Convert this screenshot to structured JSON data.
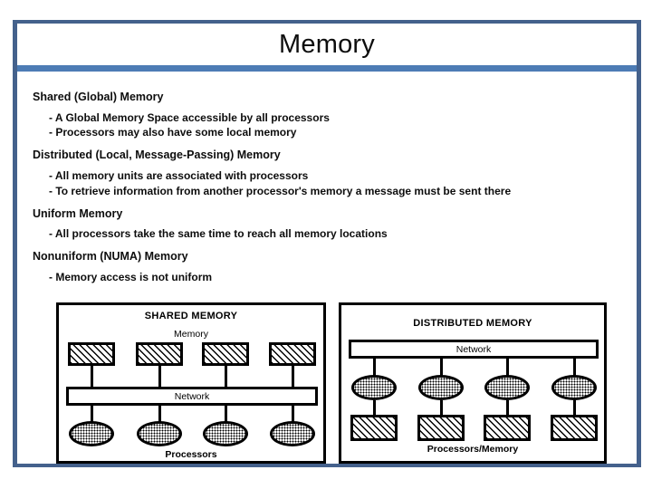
{
  "slide": {
    "title": "Memory",
    "accent_color": "#4d7cb5",
    "frame_color": "#44618c",
    "background": "#ffffff",
    "text_color": "#0d0d0d"
  },
  "content": {
    "sections": [
      {
        "heading": "Shared (Global) Memory",
        "bullets": [
          "- A Global Memory Space accessible by all processors",
          "- Processors may also have some local memory"
        ]
      },
      {
        "heading": "Distributed (Local, Message-Passing) Memory",
        "bullets": [
          "- All memory units are associated with processors",
          "- To retrieve information from another processor's memory a message must be sent there"
        ]
      },
      {
        "heading": "Uniform Memory",
        "bullets": [
          "- All processors take the same time to reach all memory locations"
        ]
      },
      {
        "heading": "Nonuniform (NUMA) Memory",
        "bullets": [
          "- Memory access is not uniform"
        ]
      }
    ]
  },
  "diagrams": {
    "shared": {
      "title": "SHARED MEMORY",
      "memory_label": "Memory",
      "network_label": "Network",
      "processors_label": "Processors",
      "node_count": 4,
      "order": "memory-top, network-middle, processors-bottom"
    },
    "distributed": {
      "title": "DISTRIBUTED MEMORY",
      "network_label": "Network",
      "processors_label": "Processors/Memory",
      "node_count": 4,
      "order": "network-top, processors-middle, memory-bottom"
    }
  }
}
